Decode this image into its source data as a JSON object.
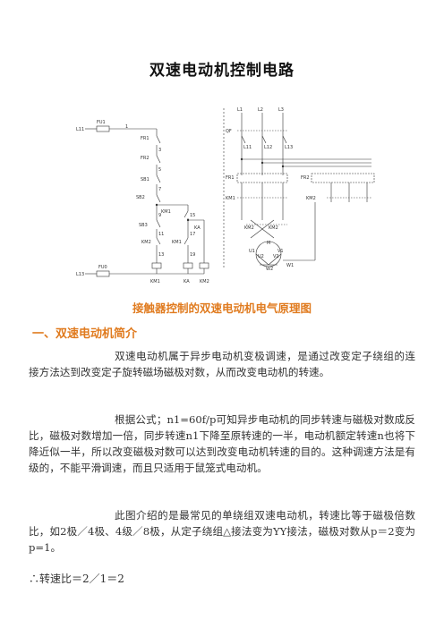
{
  "document": {
    "title": "双速电动机控制电路",
    "figure_caption": "接触器控制的双速电动机电气原理图",
    "section_heading": "一、双速电动机简介",
    "paragraphs": [
      "双速电动机属于异步电动机变极调速，是通过改变定子绕组的连接方法达到改变定子旋转磁场磁极对数，从而改变电动机的转速。",
      "根据公式；n1=60f/p可知异步电动机的同步转速与磁极对数成反比，磁极对数增加一倍，同步转速n1下降至原转速的一半，电动机额定转速n也将下降近似一半，所以改变磁极对数可以达到改变电动机转速的目的。这种调速方法是有级的，不能平滑调速，而且只适用于鼠笼式电动机。",
      "此图介绍的是最常见的单绕组双速电动机，转速比等于磁极倍数比，如2极／4极、4级／8极，从定子绕组△接法变为YY接法，磁极对数从p＝2变为p=1。"
    ],
    "conclusion": "∴转速比＝2／1＝2"
  },
  "diagram_labels": {
    "l11": "L11",
    "fu1": "FU1",
    "fr1": "FR1",
    "fr2": "FR2",
    "sb1": "SB1",
    "sb2": "SB2",
    "km1_contact": "KM1",
    "sb3": "SB3",
    "ka": "KA",
    "km2_interlock": "KM2",
    "km1_interlock": "KM1",
    "l13": "L13",
    "fu0": "FU0",
    "coil_km1": "KM1",
    "coil_ka": "KA",
    "coil_km2": "KM2",
    "n1": "1",
    "n3": "3",
    "n5": "5",
    "n7": "7",
    "n9": "9",
    "n11": "11",
    "n13": "13",
    "n15": "15",
    "n17": "17",
    "n19": "19",
    "l1": "L1",
    "l2": "L2",
    "l3": "L3",
    "qf": "QF",
    "l11m": "L11",
    "l12m": "L12",
    "l13m": "L13",
    "fr1m": "FR1",
    "fr2m": "FR2",
    "km1m": "KM1",
    "km2m": "KM2",
    "km2b": "KM2",
    "km2c": "KM2",
    "m": "M",
    "u1": "U1",
    "v1": "V1",
    "w1": "W1",
    "u2": "U2",
    "v2": "V2",
    "w2": "W2"
  }
}
